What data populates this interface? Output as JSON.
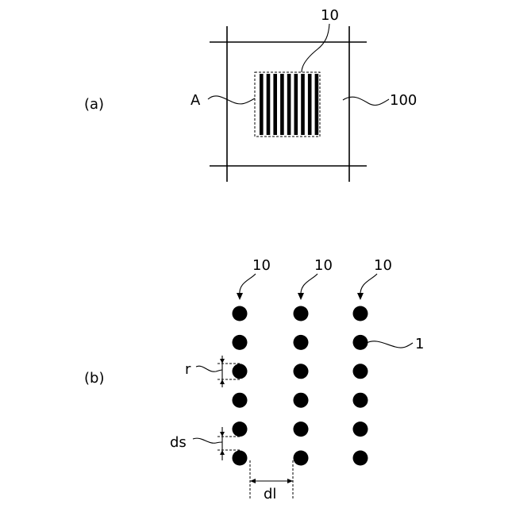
{
  "panel_a": {
    "label": "(a)",
    "ref_pattern": "10",
    "ref_region": "A",
    "ref_substrate": "100",
    "stripe_count": 9
  },
  "panel_b": {
    "label": "(b)",
    "column_labels": [
      "10",
      "10",
      "10"
    ],
    "ref_dot": "1",
    "dim_radius": "r",
    "dim_spacing": "ds",
    "dim_line_gap": "dl",
    "columns": 3,
    "dots_per_column": 6
  }
}
